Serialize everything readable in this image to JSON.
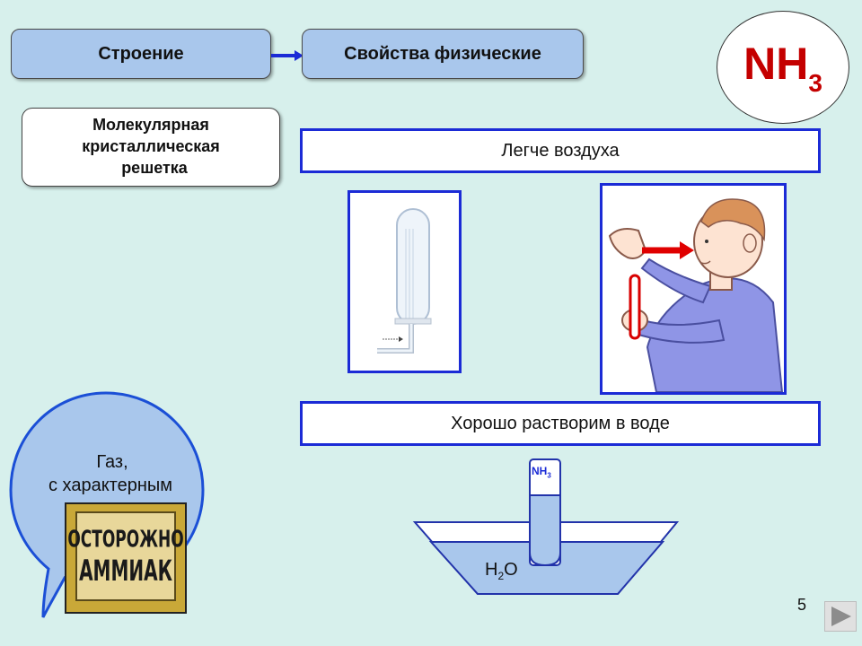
{
  "nav": {
    "structure_label": "Строение",
    "properties_label": "Свойства физические"
  },
  "formula": {
    "main": "NH",
    "sub": "3"
  },
  "structure": {
    "lines": [
      "Молекулярная",
      "кристаллическая",
      "решетка"
    ]
  },
  "properties": {
    "lighter_than_air": "Легче воздуха",
    "soluble": "Хорошо растворим в воде"
  },
  "bubble": {
    "line1": "Газ,",
    "line2": "с характерным"
  },
  "sign": {
    "line1": "ОСТОРОЖНО",
    "line2": "АММИАК"
  },
  "diagram": {
    "tube_label_main": "NH",
    "tube_label_sub": "3",
    "water_main": "H",
    "water_sub": "2",
    "water_tail": "O"
  },
  "footer": {
    "page_number": "5"
  },
  "icons": {
    "next": "play-triangle-icon",
    "arrow": "right-arrow-icon"
  },
  "colors": {
    "background": "#d7f0ec",
    "pill": "#a9c7ec",
    "frame_border": "#1b2bd6",
    "formula": "#c40000",
    "water": "#a9c7ec"
  }
}
